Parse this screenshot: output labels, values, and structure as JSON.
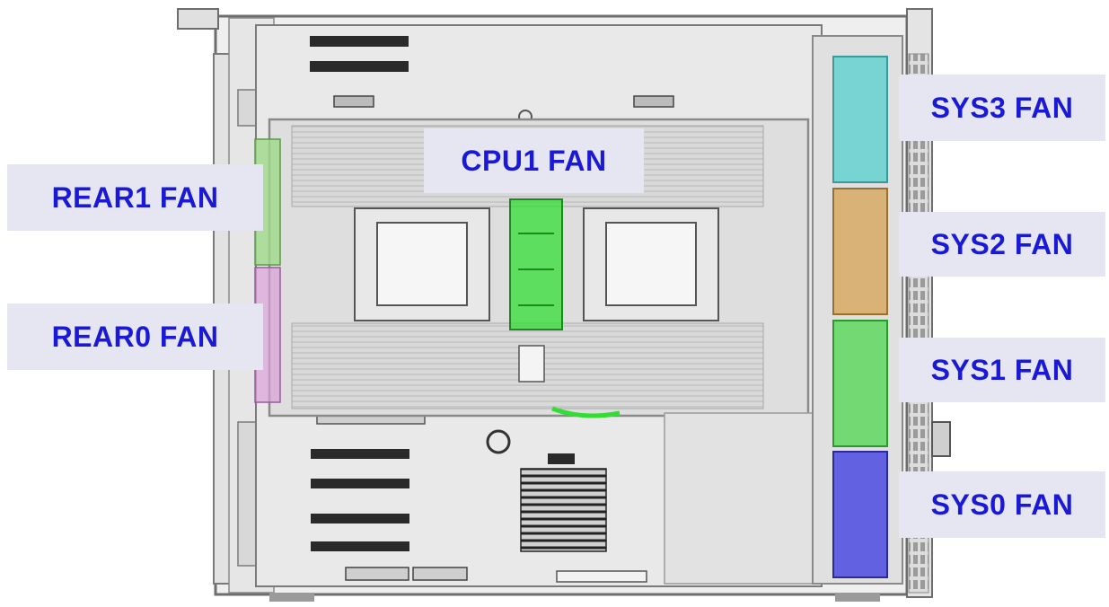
{
  "labels": {
    "rear1": "REAR1 FAN",
    "rear0": "REAR0 FAN",
    "cpu1": "CPU1 FAN",
    "sys3": "SYS3 FAN",
    "sys2": "SYS2 FAN",
    "sys1": "SYS1 FAN",
    "sys0": "SYS0 FAN"
  },
  "colors": {
    "label_text": "#1a1ad6",
    "label_background": "#e6e6f2",
    "chassis_line": "#6d6d6d",
    "board_fill": "#e9e9e9",
    "sys3_fan": "#5ed0d0",
    "sys2_fan": "#d6a65c",
    "sys1_fan": "#58d858",
    "sys0_fan": "#4a4ae0",
    "cpu_fan": "#33dd33",
    "rear1_fan": "#9fd88a",
    "rear0_fan": "#d9a0d9"
  }
}
